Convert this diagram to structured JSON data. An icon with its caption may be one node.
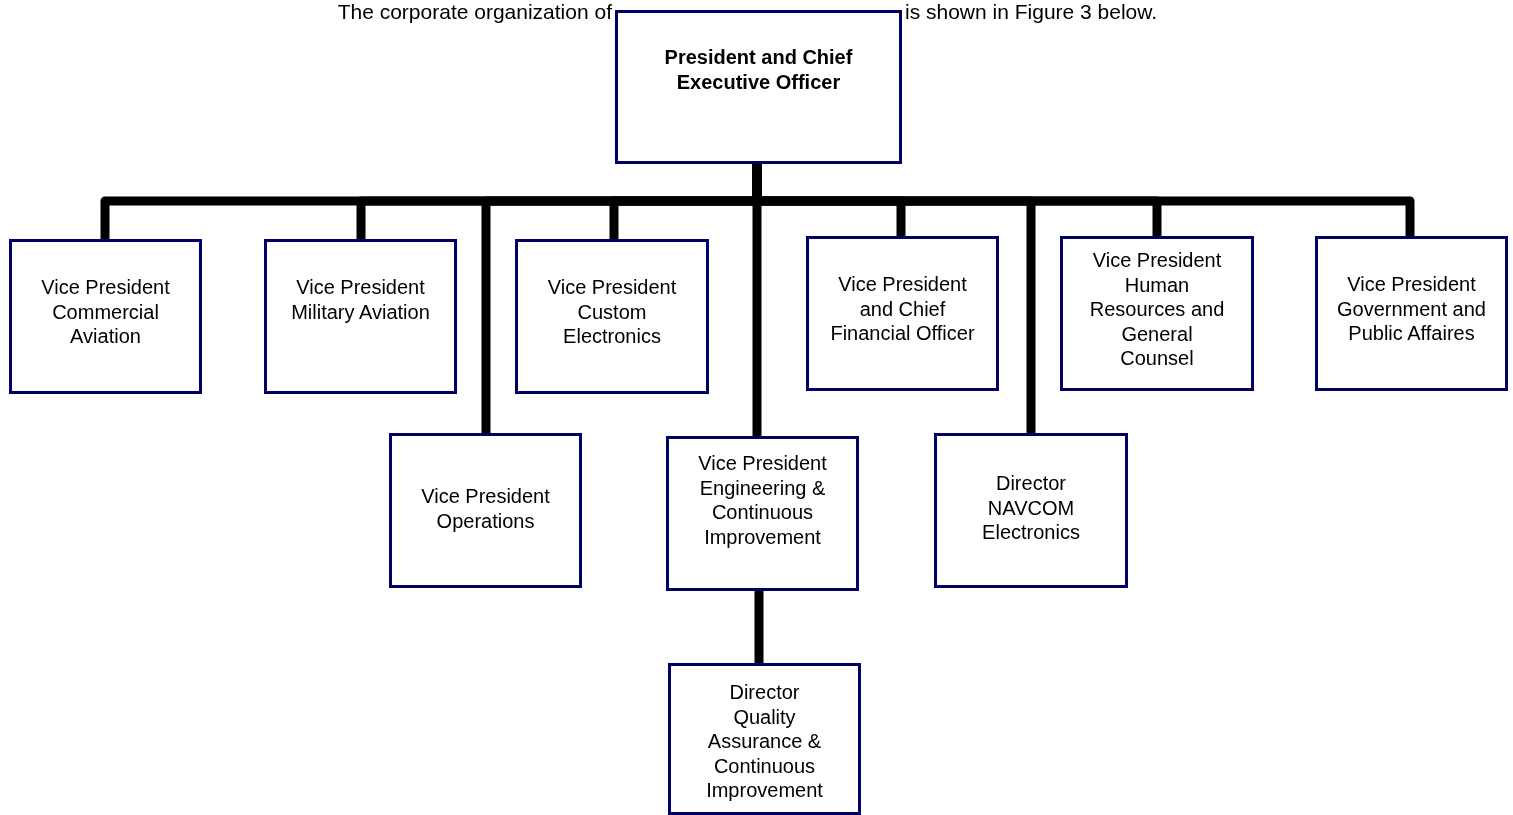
{
  "diagram": {
    "nodes": [
      {
        "text": [
          "President and Chief Executive Officer"
        ]
      },
      {
        "text": [
          "Vice President Commercial Aviation"
        ]
      },
      {
        "text": [
          "Vice President Military Aviation"
        ]
      },
      {
        "text": [
          "Vice President Custom Electronics"
        ]
      },
      {
        "text": [
          "Vice President and Chief Financial Officer"
        ]
      },
      {
        "text": [
          "Vice President Human Resources and General Counsel"
        ]
      },
      {
        "text": [
          "Vice President Government and Public Affaires"
        ]
      },
      {
        "text": [
          "Vice President Operations"
        ]
      },
      {
        "text": [
          "Vice President Engineering & Continuous Improvement"
        ]
      },
      {
        "text": [
          "Director NAVCOM Electronics"
        ]
      },
      {
        "text": [
          "Director Quality Assurance & Continuous Improvement"
        ]
      }
    ],
    "edges": [
      {
        "from": 0,
        "to": 1,
        "arrow": "none"
      },
      {
        "from": 0,
        "to": 2,
        "arrow": "none"
      },
      {
        "from": 0,
        "to": 7,
        "arrow": "none"
      },
      {
        "from": 0,
        "to": 3,
        "arrow": "none"
      },
      {
        "from": 0,
        "to": 8,
        "arrow": "none"
      },
      {
        "from": 0,
        "to": 4,
        "arrow": "none"
      },
      {
        "from": 0,
        "to": 9,
        "arrow": "none"
      },
      {
        "from": 0,
        "to": 5,
        "arrow": "none"
      },
      {
        "from": 0,
        "to": 6,
        "arrow": "none"
      },
      {
        "from": 8,
        "to": 10,
        "arrow": "none"
      }
    ],
    "labels": [
      "The corporate organization of",
      "is shown in Figure 3 below."
    ]
  }
}
